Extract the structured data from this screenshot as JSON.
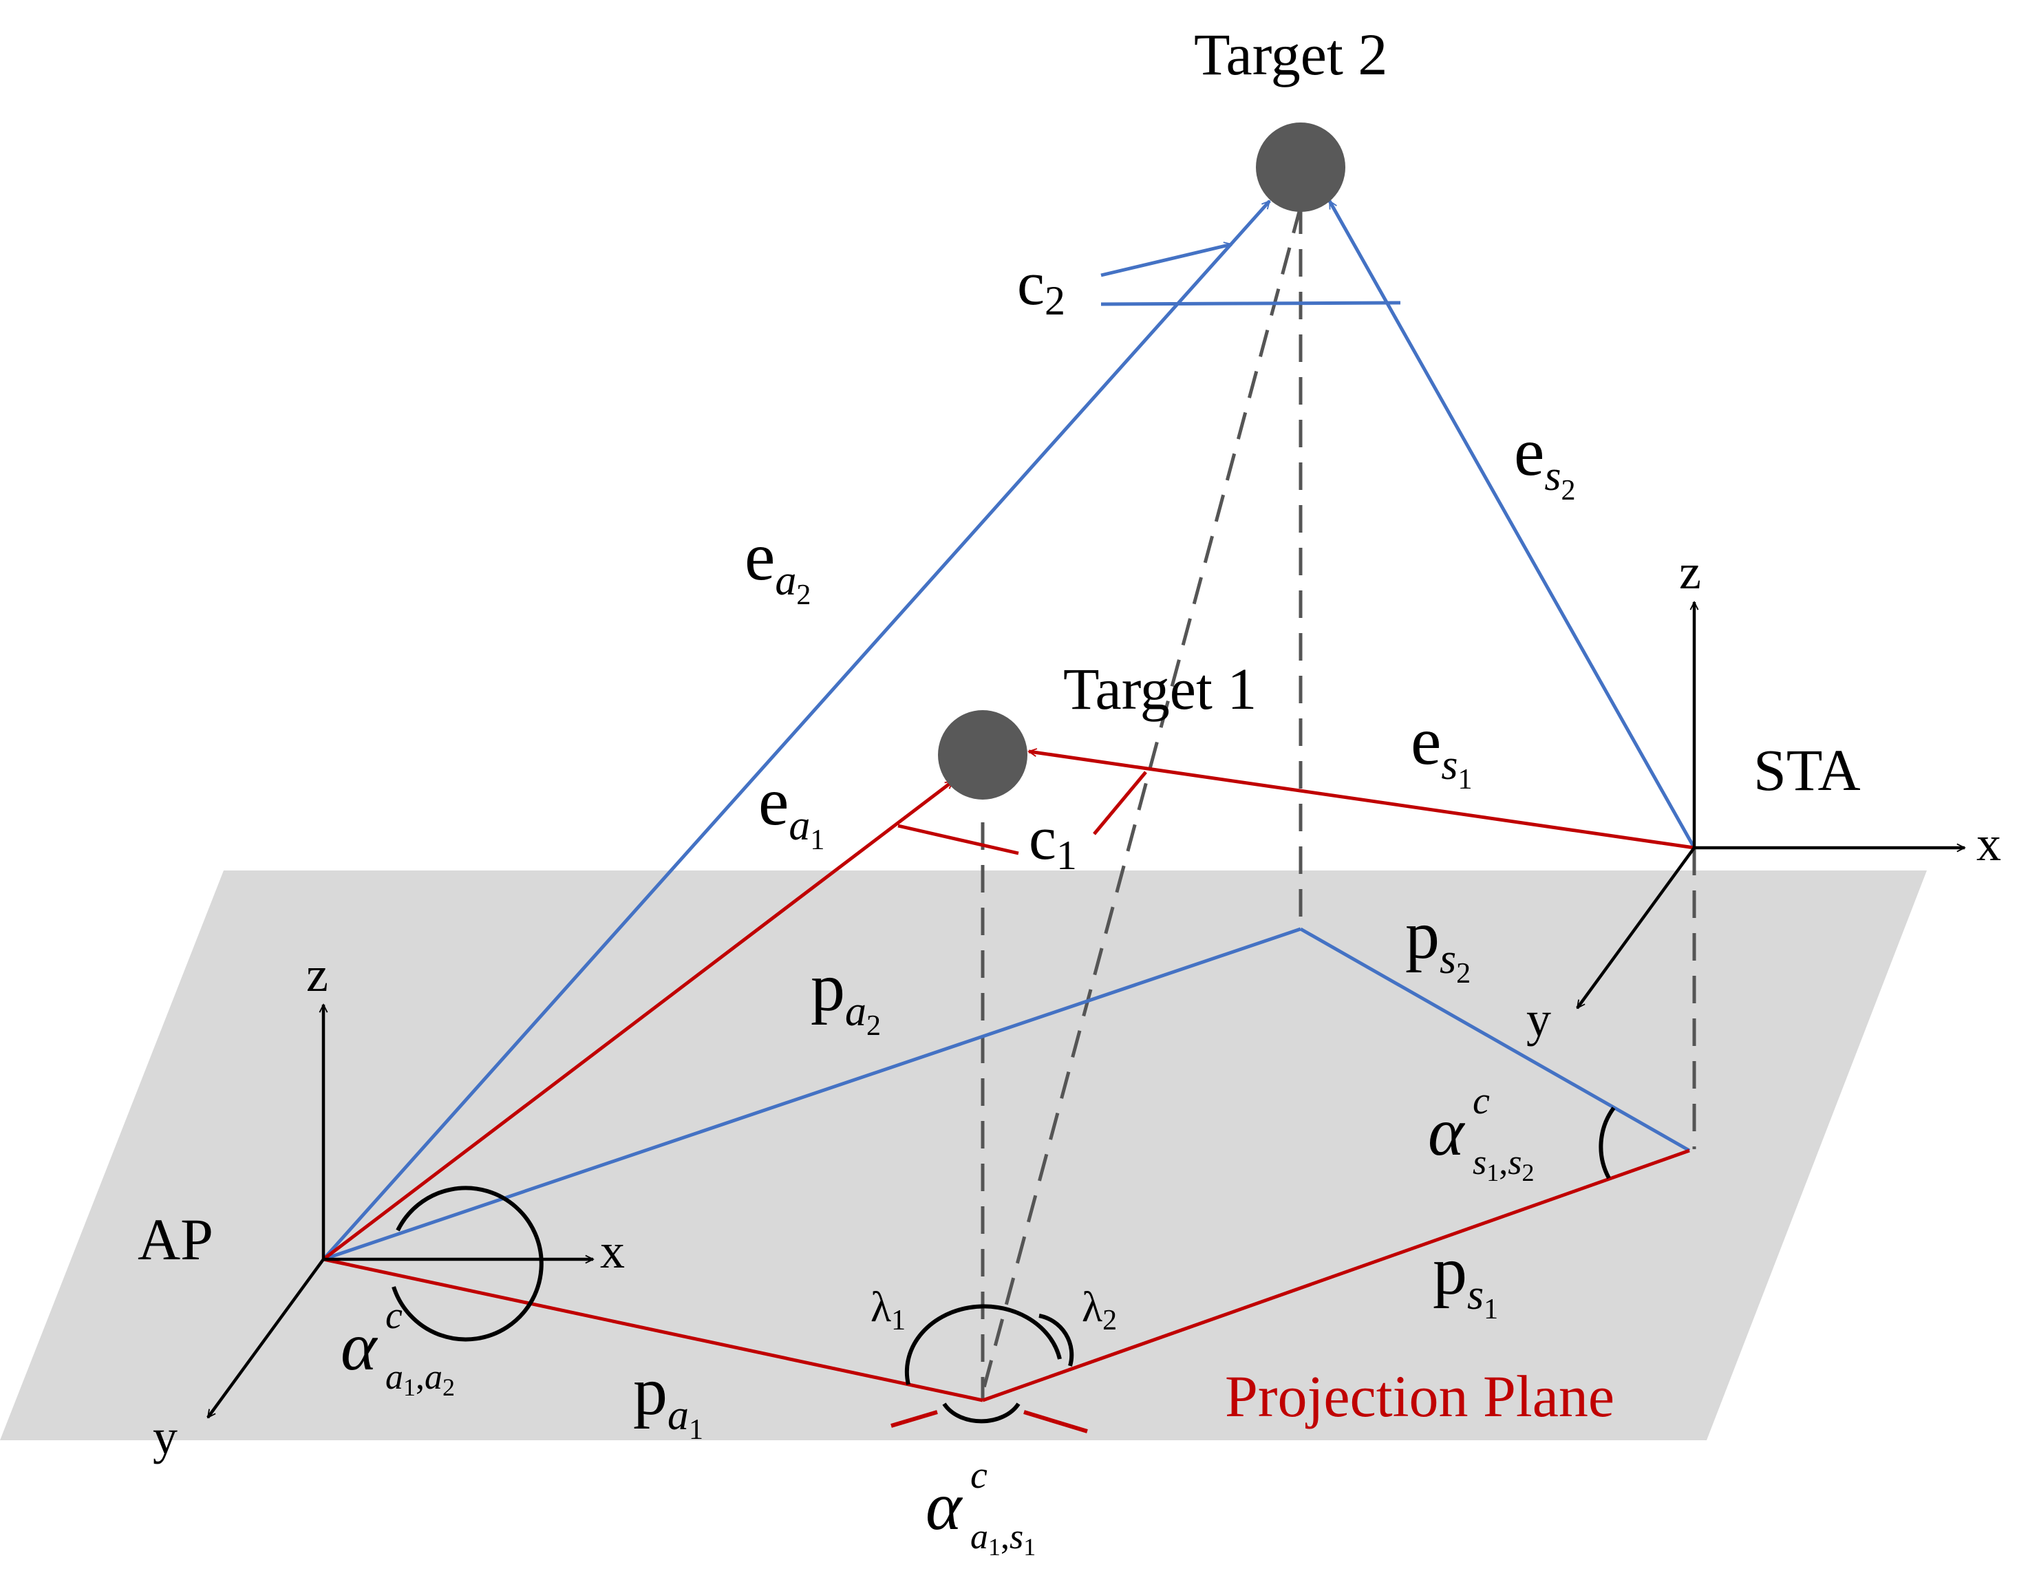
{
  "colors": {
    "plane": "#d9d9d9",
    "red": "#c00000",
    "blue": "#4472c4",
    "dash": "#555555",
    "target": "#595959",
    "text": "#000000"
  },
  "labels": {
    "target1": "Target 1",
    "target2": "Target 2",
    "ap": "AP",
    "sta": "STA",
    "projection_plane": "Projection Plane",
    "c1": {
      "base": "c",
      "sub": "1"
    },
    "c2": {
      "base": "c",
      "sub": "2"
    },
    "e_a1": {
      "base": "e",
      "sub": "a",
      "subsub": "1"
    },
    "e_a2": {
      "base": "e",
      "sub": "a",
      "subsub": "2"
    },
    "e_s1": {
      "base": "e",
      "sub": "s",
      "subsub": "1"
    },
    "e_s2": {
      "base": "e",
      "sub": "s",
      "subsub": "2"
    },
    "p_a1": {
      "base": "p",
      "sub": "a",
      "subsub": "1"
    },
    "p_a2": {
      "base": "p",
      "sub": "a",
      "subsub": "2"
    },
    "p_s1": {
      "base": "p",
      "sub": "s",
      "subsub": "1"
    },
    "p_s2": {
      "base": "p",
      "sub": "s",
      "subsub": "2"
    },
    "lambda1": {
      "base": "λ",
      "sub": "1"
    },
    "lambda2": {
      "base": "λ",
      "sub": "2"
    },
    "alpha_a1a2": {
      "base": "α",
      "sup": "c",
      "s1": "a",
      "s1n": "1",
      "sep": ",",
      "s2": "a",
      "s2n": "2"
    },
    "alpha_s1s2": {
      "base": "α",
      "sup": "c",
      "s1": "s",
      "s1n": "1",
      "sep": ",",
      "s2": "s",
      "s2n": "2"
    },
    "alpha_a1s1": {
      "base": "α",
      "sup": "c",
      "s1": "a",
      "s1n": "1",
      "sep": ",",
      "s2": "s",
      "s2n": "1"
    },
    "ap_axes": {
      "x": "x",
      "y": "y",
      "z": "z"
    },
    "sta_axes": {
      "x": "x",
      "y": "y",
      "z": "z"
    }
  }
}
